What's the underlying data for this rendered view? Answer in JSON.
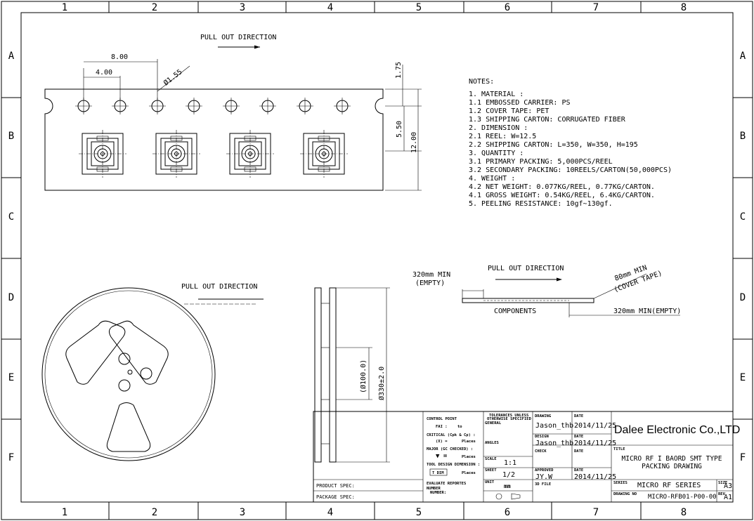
{
  "grid": {
    "cols": [
      "1",
      "2",
      "3",
      "4",
      "5",
      "6",
      "7",
      "8"
    ],
    "rows": [
      "A",
      "B",
      "C",
      "D",
      "E",
      "F"
    ]
  },
  "tape": {
    "direction_label": "PULL OUT DIRECTION",
    "dim_pitch": "8.00",
    "dim_half_pitch": "4.00",
    "dim_hole": "Ø1.55",
    "dim_edge": "1.75",
    "dim_center": "5.50",
    "dim_width": "12.00"
  },
  "notes": {
    "heading": "NOTES:",
    "lines": [
      "1. MATERIAL :",
      " 1.1 EMBOSSED CARRIER: PS",
      " 1.2 COVER TAPE: PET",
      " 1.3 SHIPPING CARTON: CORRUGATED FIBER",
      "2. DIMENSION :",
      " 2.1 REEL: W=12.5",
      " 2.2 SHIPPING CARTON: L=350, W=350, H=195",
      "3. QUANTITY :",
      " 3.1 PRIMARY PACKING: 5,000PCS/REEL",
      " 3.2 SECONDARY PACKING: 10REELS/CARTON(50,000PCS)",
      "4. WEIGHT :",
      " 4.2 NET WEIGHT: 0.077KG/REEL, 0.77KG/CARTON.",
      " 4.1 GROSS WEIGHT: 0.54KG/REEL, 6.4KG/CARTON.",
      "5. PEELING RESISTANCE: 10gf~130gf."
    ]
  },
  "reel": {
    "direction_label": "PULL OUT DIRECTION",
    "dim_hub": "(Ø100.0)",
    "dim_outer": "Ø330±2.0"
  },
  "leader": {
    "min_empty_1": "320mm MIN",
    "min_empty_1b": "(EMPTY)",
    "direction_label": "PULL OUT DIRECTION",
    "cover_tape_1": "80mm MIN",
    "cover_tape_2": "(COVER TAPE)",
    "components": "COMPONENTS",
    "min_empty_2": "320mm MIN(EMPTY)"
  },
  "title_block": {
    "product_spec": "PRODUCT SPEC:",
    "package_spec": "PACKAGE SPEC:",
    "control_point": "CONTROL POINT",
    "fai": "FAI :",
    "fai_to": "to",
    "critical": "CRITICAL (Cpk & Cp) :",
    "critical_box": "(X) =",
    "places": "Places",
    "major": "MAJOR (GC CHECKED) :",
    "major_sym": "▼ =",
    "tool": "TOOL DESIGN DIMENSION :",
    "tool_box": "T DIM",
    "evaluate": "EVALUATE REPORTES",
    "number": "NUMBER",
    "number2": "NUMBER:",
    "tolerances": "TOLERANCES UNLESS",
    "otherwise": "OTHERWISE SPECIFIED",
    "general": "GENERAL",
    "angles": "ANGLES",
    "scale_label": "SCALE",
    "scale": "1:1",
    "sheet_label": "SHEET",
    "sheet": "1/2",
    "unit_label": "UNIT",
    "unit": "mm",
    "drawing_label": "DRAWING",
    "design_label": "DESIGN",
    "check_label": "CHECK",
    "approved_label": "APPROVED",
    "file_label": "3D FILE",
    "date_label": "DATE",
    "drawn_by": "Jason_thb",
    "drawn_date": "2014/11/25",
    "design_by": "Jason_thb",
    "design_date": "2014/11/25",
    "approved_by": "JY.W",
    "approved_date": "2014/11/25",
    "company": "Dalee Electronic Co.,LTD",
    "title_label": "TITLE",
    "title_1": "MICRO RF I BAORD SMT TYPE",
    "title_2": "PACKING DRAWING",
    "series_label": "SERIES",
    "series": "MICRO RF SERIES",
    "size_label": "SIZE",
    "size": "A3",
    "drawing_no_label": "DRAWING NO",
    "drawing_no": "MICRO-RFB01-P00-00",
    "rev_label": "REV",
    "rev": "A1"
  }
}
